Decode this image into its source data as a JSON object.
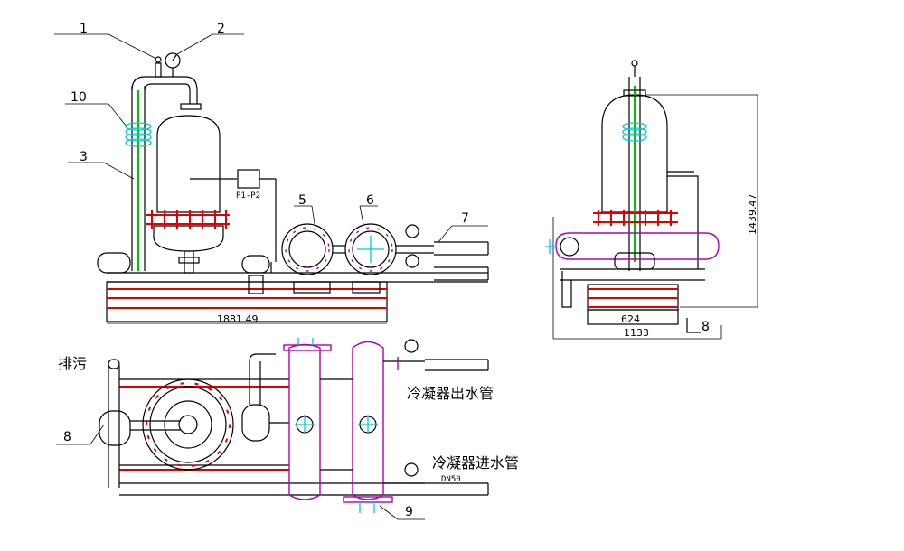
{
  "callouts": {
    "c1": "1",
    "c2": "2",
    "c3": "3",
    "c5": "5",
    "c6": "6",
    "c7": "7",
    "c8a": "8",
    "c8b": "8",
    "c9": "9",
    "c10": "10"
  },
  "labels": {
    "sensor": "P1-P2",
    "drain": "排污",
    "condenser_out": "冷凝器出水管",
    "condenser_in": "冷凝器进水管",
    "dn": "DN50"
  },
  "dimensions": {
    "front_base_length": "1881.49",
    "side_height": "1439.47",
    "side_inner_width": "624",
    "side_outer_width": "1133"
  },
  "colors": {
    "red": "#e00000",
    "magenta": "#b000b0",
    "green": "#00c000",
    "cyan": "#00c8d8"
  }
}
